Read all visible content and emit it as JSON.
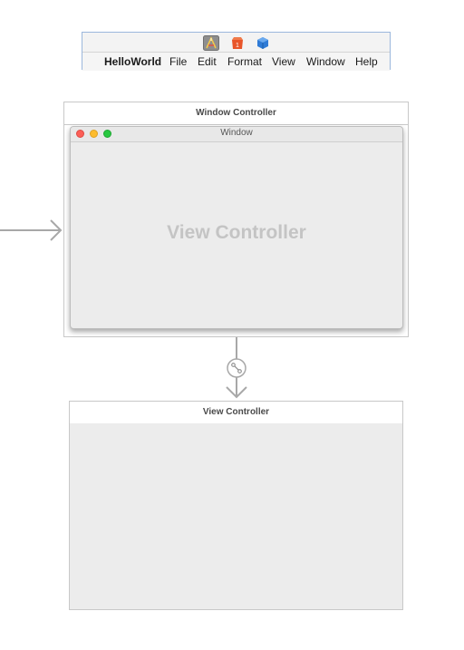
{
  "menu_scene": {
    "app_name": "HelloWorld",
    "items": [
      "File",
      "Edit",
      "Format",
      "View",
      "Window",
      "Help"
    ],
    "icons": [
      "app-icon",
      "first-responder-icon",
      "object-cube-icon"
    ],
    "colors": {
      "border": "#9bb7dc",
      "first_responder": "#e8552a",
      "object_cube": "#2f7bd6"
    }
  },
  "window_controller": {
    "title": "Window Controller",
    "window": {
      "title": "Window"
    },
    "content_label": "View Controller"
  },
  "view_controller": {
    "title": "View Controller"
  }
}
